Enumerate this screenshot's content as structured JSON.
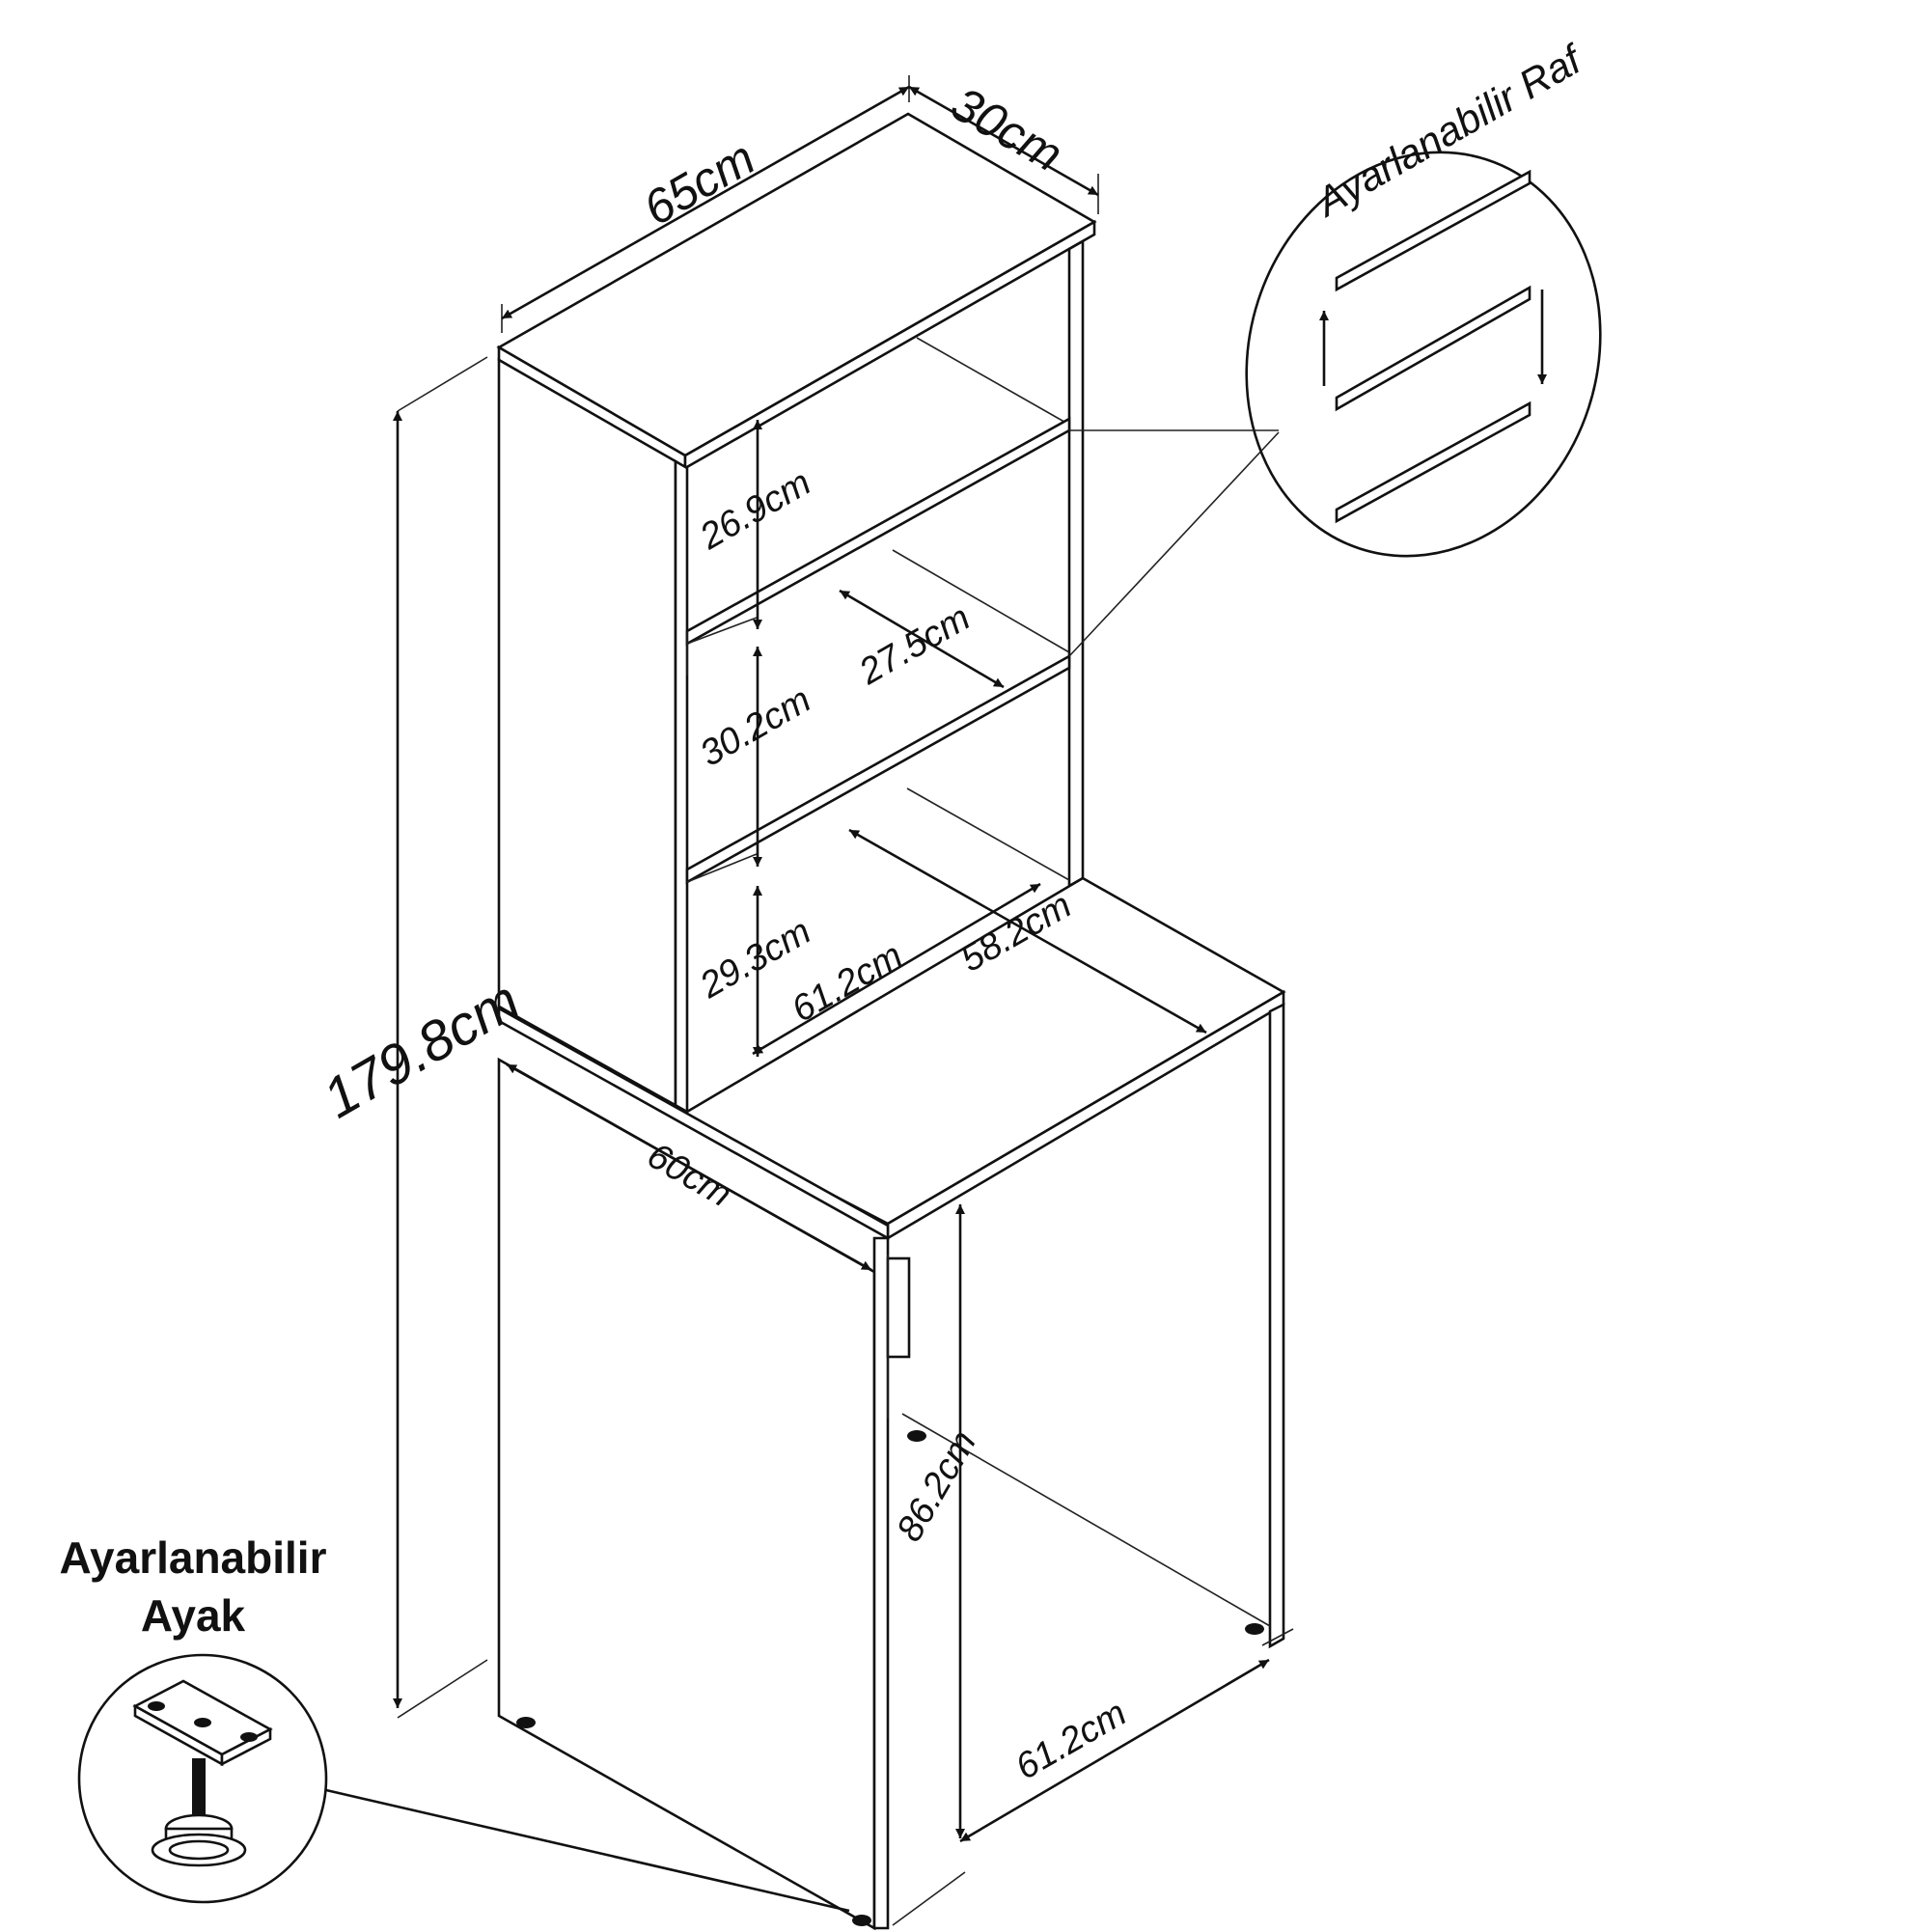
{
  "dimensions": {
    "width_top": "65cm",
    "depth_top": "30cm",
    "total_height": "179.8cm",
    "shelf_gap_1": "26.9cm",
    "shelf_gap_2": "30.2cm",
    "shelf_gap_3": "29.3cm",
    "shelf_depth": "27.5cm",
    "desk_width": "61.2cm",
    "desk_depth": "58.2cm",
    "cabinet_width": "60cm",
    "leg_height": "86.2cm",
    "base_width": "61.2cm"
  },
  "callouts": {
    "shelf": "Ayarlanabilir Raf",
    "foot_line1": "Ayarlanabilir",
    "foot_line2": "Ayak"
  },
  "colors": {
    "line": "#111111",
    "background": "#ffffff"
  }
}
